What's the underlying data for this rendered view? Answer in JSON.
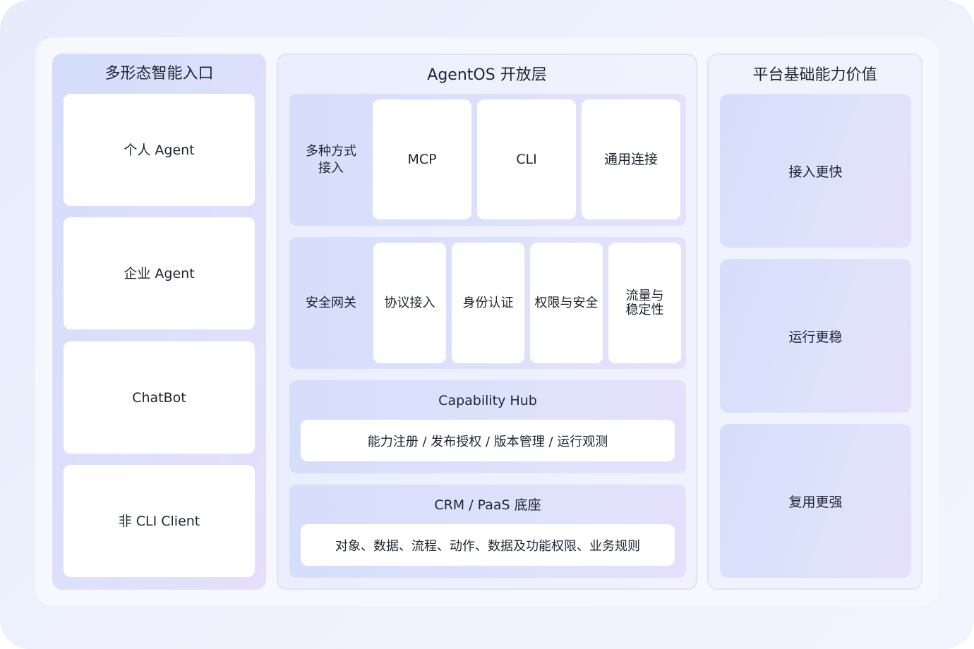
{
  "entry": {
    "title": "多形态智能入口",
    "items": [
      "个人 Agent",
      "企业 Agent",
      "ChatBot",
      "非 CLI Client"
    ]
  },
  "agentos": {
    "title": "AgentOS 开放层",
    "access": {
      "label": "多种方式\n接入",
      "items": [
        "MCP",
        "CLI",
        "通用连接"
      ]
    },
    "gateway": {
      "label": "安全网关",
      "items": [
        "协议接入",
        "身份认证",
        "权限与安全",
        "流量与\n稳定性"
      ]
    },
    "hub": {
      "title": "Capability Hub",
      "desc": "能力注册 / 发布授权 / 版本管理 / 运行观测"
    },
    "base": {
      "title": "CRM / PaaS 底座",
      "desc": "对象、数据、流程、动作、数据及功能权限、业务规则"
    }
  },
  "value": {
    "title": "平台基础能力价值",
    "items": [
      "接入更快",
      "运行更稳",
      "复用更强"
    ]
  }
}
